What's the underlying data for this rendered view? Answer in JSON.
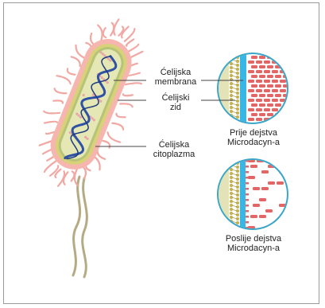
{
  "labels": {
    "membrane_line1": "Ćelijska",
    "membrane_line2": "membrana",
    "wall_line1": "Ćelijski",
    "wall_line2": "zid",
    "cyto_line1": "Ćelijska",
    "cyto_line2": "citoplazma",
    "before_line1": "Prije dejstva",
    "before_line2": "Microdacyn-a",
    "after_line1": "Poslije dejstva",
    "after_line2": "Microdacyn-a"
  },
  "colors": {
    "pili": "#f2a8a2",
    "outer_wall": "#f6b5ae",
    "wall_band": "#d8d17a",
    "cytoplasm": "#e5e7b4",
    "dna": "#2f52a5",
    "circle_border": "#3aa6c8",
    "membrane_blue": "#38b6e6",
    "cell_red": "#e26666",
    "leader_line": "#444444"
  }
}
